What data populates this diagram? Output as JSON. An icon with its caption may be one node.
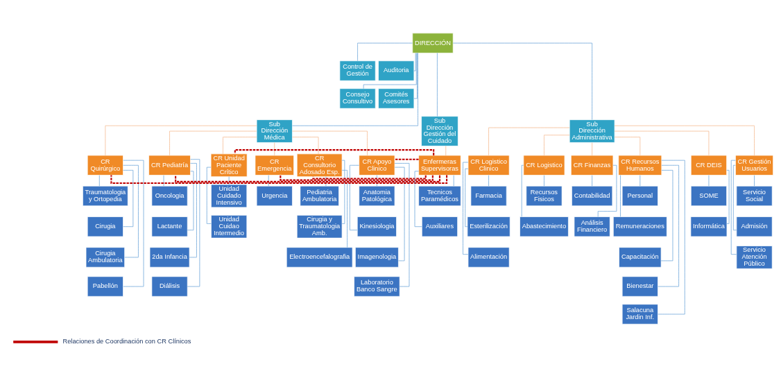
{
  "diagram": {
    "nodes": [
      {
        "text": [
          "DIRECCIÓN"
        ]
      },
      {
        "text": [
          "Control de Gestión"
        ]
      },
      {
        "text": [
          "Auditoria"
        ]
      },
      {
        "text": [
          "Consejo Consultivo"
        ]
      },
      {
        "text": [
          "Comités Asesores"
        ]
      },
      {
        "text": [
          "Sub Dirección Médica"
        ]
      },
      {
        "text": [
          "Sub Dirección Gestión del Cuidado"
        ]
      },
      {
        "text": [
          "Sub Dirección Administrativa"
        ]
      },
      {
        "text": [
          "CR Quirúrgico"
        ]
      },
      {
        "text": [
          "CR Pediatría"
        ]
      },
      {
        "text": [
          "CR Unidad Paciente Crítico"
        ]
      },
      {
        "text": [
          "CR Emergencia"
        ]
      },
      {
        "text": [
          "CR Consultorio Adosado Esp."
        ]
      },
      {
        "text": [
          "CR Apoyo Clinico"
        ]
      },
      {
        "text": [
          "Enfermeras Supervisoras"
        ]
      },
      {
        "text": [
          "CR Logistico Clinico"
        ]
      },
      {
        "text": [
          "CR Logistico"
        ]
      },
      {
        "text": [
          "CR Finanzas"
        ]
      },
      {
        "text": [
          "CR Recursos Humanos"
        ]
      },
      {
        "text": [
          "CR DEIS"
        ]
      },
      {
        "text": [
          "CR Gestión Usuarios"
        ]
      },
      {
        "text": [
          "Traumatologia y Ortopedia"
        ]
      },
      {
        "text": [
          "Cirugia"
        ]
      },
      {
        "text": [
          "Cirugia Ambulatoria"
        ]
      },
      {
        "text": [
          "Pabellón"
        ]
      },
      {
        "text": [
          "Oncologia"
        ]
      },
      {
        "text": [
          "Lactante"
        ]
      },
      {
        "text": [
          "2da Infancia"
        ]
      },
      {
        "text": [
          "Diálisis"
        ]
      },
      {
        "text": [
          "Unidad Cuidado Intensivo"
        ]
      },
      {
        "text": [
          "Unidad Cuidao Intermedio"
        ]
      },
      {
        "text": [
          "Urgencia"
        ]
      },
      {
        "text": [
          "Pediatria Ambulatoria"
        ]
      },
      {
        "text": [
          "Cirugia y Traumatologia Amb."
        ]
      },
      {
        "text": [
          "Electroencefalografia"
        ]
      },
      {
        "text": [
          "Anatomia Patológica"
        ]
      },
      {
        "text": [
          "Kinesiologia"
        ]
      },
      {
        "text": [
          "Imagenologia"
        ]
      },
      {
        "text": [
          "Laboratorio Banco Sangre"
        ]
      },
      {
        "text": [
          "Tecnicos Paramédicos"
        ]
      },
      {
        "text": [
          "Auxiliares"
        ]
      },
      {
        "text": [
          "Farmacia"
        ]
      },
      {
        "text": [
          "Esterilización"
        ]
      },
      {
        "text": [
          "Alimentación"
        ]
      },
      {
        "text": [
          "Recursos Fisicos"
        ]
      },
      {
        "text": [
          "Abastecimiento"
        ]
      },
      {
        "text": [
          "Contabilidad"
        ]
      },
      {
        "text": [
          "Análisis Financiero"
        ]
      },
      {
        "text": [
          "Personal"
        ]
      },
      {
        "text": [
          "Remuneraciones"
        ]
      },
      {
        "text": [
          "Capacitación"
        ]
      },
      {
        "text": [
          "Bienestar"
        ]
      },
      {
        "text": [
          "Salacuna Jardin Inf."
        ]
      },
      {
        "text": [
          "SOME"
        ]
      },
      {
        "text": [
          "Informática"
        ]
      },
      {
        "text": [
          "Servicio Social"
        ]
      },
      {
        "text": [
          "Admisión"
        ]
      },
      {
        "text": [
          "Servicio Atención Público"
        ]
      }
    ],
    "edges": [
      {
        "from": 0,
        "to": 1,
        "arrow": "none"
      },
      {
        "from": 0,
        "to": 2,
        "arrow": "none"
      },
      {
        "from": 0,
        "to": 3,
        "arrow": "none"
      },
      {
        "from": 0,
        "to": 4,
        "arrow": "none"
      },
      {
        "from": 0,
        "to": 5,
        "arrow": "none"
      },
      {
        "from": 0,
        "to": 6,
        "arrow": "none"
      },
      {
        "from": 0,
        "to": 7,
        "arrow": "none"
      },
      {
        "from": 5,
        "to": 8,
        "arrow": "none",
        "color": "#f4b183"
      },
      {
        "from": 5,
        "to": 9,
        "arrow": "none",
        "color": "#f4b183"
      },
      {
        "from": 5,
        "to": 10,
        "arrow": "none",
        "color": "#f4b183"
      },
      {
        "from": 5,
        "to": 11,
        "arrow": "none",
        "color": "#f4b183"
      },
      {
        "from": 5,
        "to": 12,
        "arrow": "none",
        "color": "#f4b183"
      },
      {
        "from": 5,
        "to": 13,
        "arrow": "none",
        "color": "#f4b183"
      },
      {
        "from": 6,
        "to": 14,
        "arrow": "none",
        "color": "#f4b183"
      },
      {
        "from": 7,
        "to": 15,
        "arrow": "none",
        "color": "#f4b183"
      },
      {
        "from": 7,
        "to": 16,
        "arrow": "none",
        "color": "#f4b183"
      },
      {
        "from": 7,
        "to": 17,
        "arrow": "none",
        "color": "#f4b183"
      },
      {
        "from": 7,
        "to": 18,
        "arrow": "none",
        "color": "#f4b183"
      },
      {
        "from": 7,
        "to": 19,
        "arrow": "none",
        "color": "#f4b183"
      },
      {
        "from": 7,
        "to": 20,
        "arrow": "none",
        "color": "#f4b183"
      },
      {
        "from": 8,
        "to": 21,
        "arrow": "none"
      },
      {
        "from": 8,
        "to": 22,
        "arrow": "none"
      },
      {
        "from": 8,
        "to": 23,
        "arrow": "none"
      },
      {
        "from": 8,
        "to": 24,
        "arrow": "none"
      },
      {
        "from": 9,
        "to": 25,
        "arrow": "none"
      },
      {
        "from": 9,
        "to": 26,
        "arrow": "none"
      },
      {
        "from": 9,
        "to": 27,
        "arrow": "none"
      },
      {
        "from": 9,
        "to": 28,
        "arrow": "none"
      },
      {
        "from": 10,
        "to": 29,
        "arrow": "none"
      },
      {
        "from": 10,
        "to": 30,
        "arrow": "none"
      },
      {
        "from": 11,
        "to": 31,
        "arrow": "none"
      },
      {
        "from": 12,
        "to": 32,
        "arrow": "none"
      },
      {
        "from": 12,
        "to": 33,
        "arrow": "none"
      },
      {
        "from": 12,
        "to": 34,
        "arrow": "none"
      },
      {
        "from": 13,
        "to": 35,
        "arrow": "none"
      },
      {
        "from": 13,
        "to": 36,
        "arrow": "none"
      },
      {
        "from": 13,
        "to": 37,
        "arrow": "none"
      },
      {
        "from": 13,
        "to": 38,
        "arrow": "none"
      },
      {
        "from": 14,
        "to": 39,
        "arrow": "none"
      },
      {
        "from": 14,
        "to": 40,
        "arrow": "none"
      },
      {
        "from": 15,
        "to": 41,
        "arrow": "none"
      },
      {
        "from": 15,
        "to": 42,
        "arrow": "none"
      },
      {
        "from": 15,
        "to": 43,
        "arrow": "none"
      },
      {
        "from": 16,
        "to": 44,
        "arrow": "none"
      },
      {
        "from": 16,
        "to": 45,
        "arrow": "none"
      },
      {
        "from": 17,
        "to": 46,
        "arrow": "none"
      },
      {
        "from": 17,
        "to": 47,
        "arrow": "none"
      },
      {
        "from": 18,
        "to": 48,
        "arrow": "none"
      },
      {
        "from": 18,
        "to": 49,
        "arrow": "none"
      },
      {
        "from": 18,
        "to": 50,
        "arrow": "none"
      },
      {
        "from": 18,
        "to": 51,
        "arrow": "none"
      },
      {
        "from": 18,
        "to": 52,
        "arrow": "none"
      },
      {
        "from": 19,
        "to": 53,
        "arrow": "none"
      },
      {
        "from": 19,
        "to": 54,
        "arrow": "none"
      },
      {
        "from": 20,
        "to": 55,
        "arrow": "none"
      },
      {
        "from": 20,
        "to": 56,
        "arrow": "none"
      },
      {
        "from": 20,
        "to": 57,
        "arrow": "none"
      },
      {
        "from": 14,
        "to": 8,
        "arrow": "none",
        "style": "dashed",
        "color": "#c00000"
      },
      {
        "from": 14,
        "to": 9,
        "arrow": "none",
        "style": "dashed",
        "color": "#c00000"
      },
      {
        "from": 14,
        "to": 10,
        "arrow": "none",
        "style": "dashed",
        "color": "#c00000"
      },
      {
        "from": 14,
        "to": 11,
        "arrow": "none",
        "style": "dashed",
        "color": "#c00000"
      },
      {
        "from": 14,
        "to": 12,
        "arrow": "none",
        "style": "dashed",
        "color": "#c00000"
      },
      {
        "from": 14,
        "to": 13,
        "arrow": "none",
        "style": "dashed",
        "color": "#c00000"
      }
    ],
    "legend": [
      {
        "text": "Relaciones de Coordinación con CR Clínicos"
      }
    ]
  }
}
